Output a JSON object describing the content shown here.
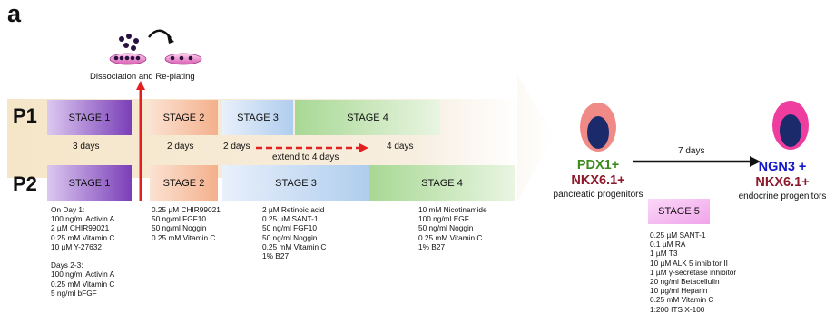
{
  "panel_label": "a",
  "dissociation_label": "Dissociation and Re-plating",
  "rows": {
    "p1": "P1",
    "p2": "P2"
  },
  "p1_stages": [
    "STAGE 1",
    "STAGE 2",
    "STAGE 3",
    "STAGE 4"
  ],
  "p2_stages": [
    "STAGE 1",
    "STAGE 2",
    "STAGE 3",
    "STAGE 4"
  ],
  "durations": {
    "stage1": "3 days",
    "stage2": "2 days",
    "stage3": "2 days",
    "stage4": "4 days",
    "extend": "extend to 4 days",
    "stage5": "7 days"
  },
  "conditions": {
    "stage1": "On Day 1:\n100 ng/ml Activin A\n2 µM CHIR99021\n0.25 mM Vitamin C\n10 µM Y-27632\n\nDays 2-3:\n100 ng/ml Activin A\n0.25 mM Vitamin C\n5 ng/ml bFGF",
    "stage2": "0.25 µM CHIR99021\n50 ng/ml FGF10\n50 ng/ml Noggin\n0.25 mM Vitamin C",
    "stage3": "2 µM Retinoic acid\n0.25 µM SANT-1\n50 ng/ml FGF10\n50 ng/ml Noggin\n0.25 mM Vitamin C\n1% B27",
    "stage4": "10 mM Nicotinamide\n100 ng/ml EGF\n50 ng/ml Noggin\n0.25 mM Vitamin C\n1% B27",
    "stage5": "0.25 µM SANT-1\n0.1 µM RA\n1 µM T3\n10 µM ALK 5 inhibitor II\n1 µM γ-secretase inhibitor\n20 ng/ml Betacellulin\n10 µg/ml Heparin\n0.25 mM Vitamin C\n1:200 ITS X-100"
  },
  "progenitor1": {
    "marker1": "PDX1+",
    "marker2": "NKX6.1+",
    "caption": "pancreatic progenitors"
  },
  "stage5_label": "STAGE 5",
  "progenitor2": {
    "marker1": "NGN3 +",
    "marker2": "NKX6.1+",
    "caption": "endocrine progenitors"
  },
  "colors": {
    "band": "#f7ead6",
    "stage1": "#7a3fb8",
    "stage2": "#f4b08c",
    "stage3": "#b0cdee",
    "stage4": "#a8d894",
    "stage5": "#f6b6f0",
    "red": "#e41f1f",
    "green": "#3d8a1d",
    "maroon": "#8c1a2c",
    "blue": "#1418c8"
  }
}
